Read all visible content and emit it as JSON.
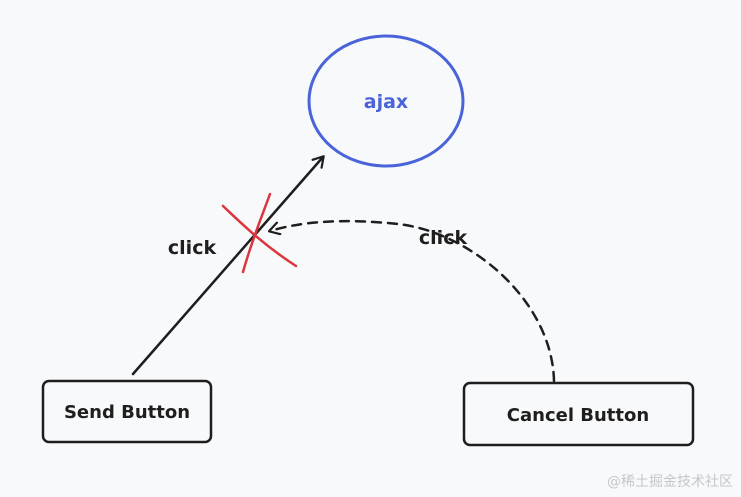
{
  "ajax_node": {
    "label": "ajax"
  },
  "send_button": {
    "label": "Send Button"
  },
  "cancel_button": {
    "label": "Cancel Button"
  },
  "edge_send": {
    "label": "click"
  },
  "edge_cancel": {
    "label": "click"
  },
  "watermark": {
    "text": "@稀土掘金技术社区"
  },
  "colors": {
    "background": "#f8f9fa",
    "ajax_stroke": "#4a63d9",
    "ajax_text": "#4a63d9",
    "ink": "#1e1e1e",
    "cancel_mark": "#d9363e"
  }
}
